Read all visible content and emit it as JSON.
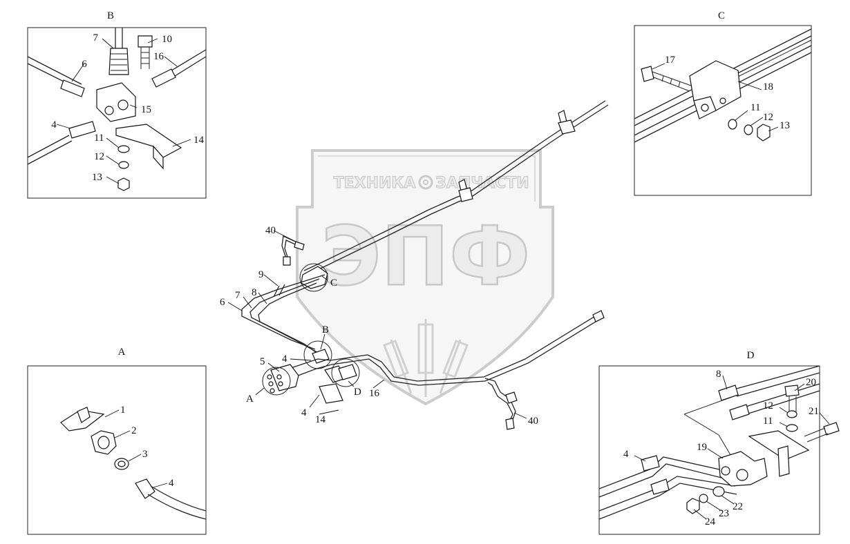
{
  "watermark": {
    "top_text_left": "ТЕХНИКА",
    "top_text_right": "ЗАПЧАСТИ",
    "logo": "ЭПФ"
  },
  "details": {
    "b": {
      "title": "B",
      "labels": [
        "7",
        "10",
        "6",
        "16",
        "15",
        "4",
        "14",
        "11",
        "12",
        "13"
      ]
    },
    "c": {
      "title": "C",
      "labels": [
        "17",
        "18",
        "11",
        "12",
        "13"
      ]
    },
    "a": {
      "title": "A",
      "labels": [
        "1",
        "2",
        "3",
        "4"
      ]
    },
    "d": {
      "title": "D",
      "labels": [
        "8",
        "20",
        "12",
        "21",
        "11",
        "19",
        "4",
        "22",
        "23",
        "24"
      ]
    }
  },
  "main": {
    "labels": [
      "40",
      "9",
      "C",
      "7",
      "8",
      "6",
      "B",
      "5",
      "4",
      "A",
      "D",
      "16",
      "4",
      "14",
      "40"
    ]
  }
}
